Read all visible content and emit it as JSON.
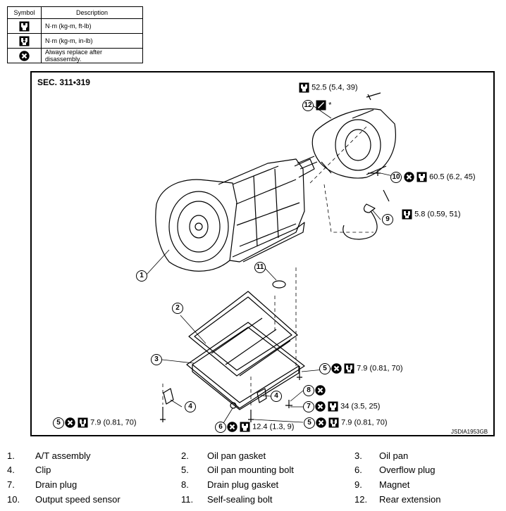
{
  "legend": {
    "header_symbol": "Symbol",
    "header_description": "Description",
    "rows": [
      {
        "icon": "torque-wrench-icon",
        "text": "N·m (kg-m, ft-lb)"
      },
      {
        "icon": "torque-wrench-inlb-icon",
        "text": "N·m (kg-m, in-lb)"
      },
      {
        "icon": "always-replace-icon",
        "text": "Always replace after disassembly."
      }
    ]
  },
  "diagram": {
    "section": "SEC. 311•319",
    "code": "JSDIA1953GB",
    "star": "*",
    "torques": {
      "rear_ext_bolt": "52.5 (5.4, 39)",
      "self_sealing": "60.5 (6.2, 45)",
      "speed_sensor": "5.8 (0.59, 51)",
      "pan_bolt_right": "7.9 (0.81, 70)",
      "drain_plug": "34 (3.5, 25)",
      "pan_bolt_bottom": "7.9 (0.81, 70)",
      "pan_bolt_left": "7.9 (0.81, 70)",
      "overflow_plug": "12.4 (1.3, 9)"
    },
    "callouts": [
      "1",
      "2",
      "3",
      "4",
      "4",
      "5",
      "5",
      "5",
      "6",
      "7",
      "8",
      "9",
      "10",
      "11",
      "12"
    ]
  },
  "parts": [
    {
      "n": "1.",
      "name": "A/T assembly"
    },
    {
      "n": "2.",
      "name": "Oil pan gasket"
    },
    {
      "n": "3.",
      "name": "Oil pan"
    },
    {
      "n": "4.",
      "name": "Clip"
    },
    {
      "n": "5.",
      "name": "Oil pan mounting bolt"
    },
    {
      "n": "6.",
      "name": "Overflow plug"
    },
    {
      "n": "7.",
      "name": "Drain plug"
    },
    {
      "n": "8.",
      "name": "Drain plug gasket"
    },
    {
      "n": "9.",
      "name": "Magnet"
    },
    {
      "n": "10.",
      "name": "Output speed sensor"
    },
    {
      "n": "11.",
      "name": "Self-sealing bolt"
    },
    {
      "n": "12.",
      "name": "Rear extension"
    }
  ]
}
